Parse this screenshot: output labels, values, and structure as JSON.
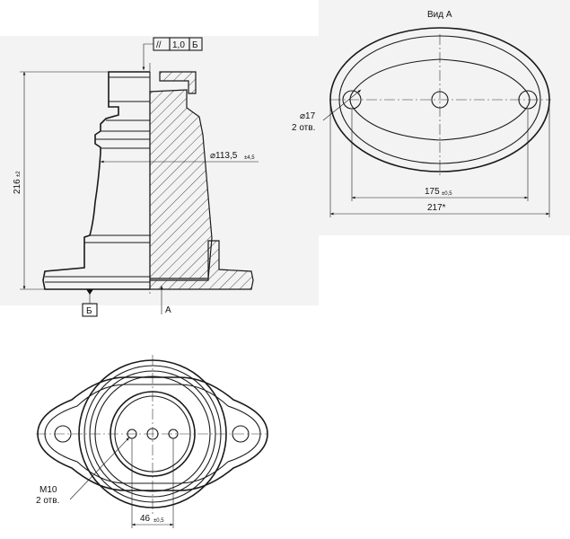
{
  "view_a_title": "Вид А",
  "hole_dia_label": "⌀17",
  "hole_count_label": "2 отв.",
  "dim_175": "175",
  "dim_175_tol": "±0,5",
  "dim_217": "217*",
  "height_label": "216",
  "height_tol": "±2",
  "dia_label": "⌀113,5",
  "dia_tol": "±4,5",
  "tolerance_frame": {
    "symbol": "//",
    "value": "1,0",
    "datum": "Б"
  },
  "datum_b_label": "Б",
  "section_arrow_label": "А",
  "thread_label": "М10",
  "thread_count_label": "2 отв.",
  "dim_46": "46",
  "dim_46_tol": "±0,5",
  "colors": {
    "line": "#1a1a1a",
    "background": "#ffffff",
    "panel": "#f3f3f3"
  }
}
